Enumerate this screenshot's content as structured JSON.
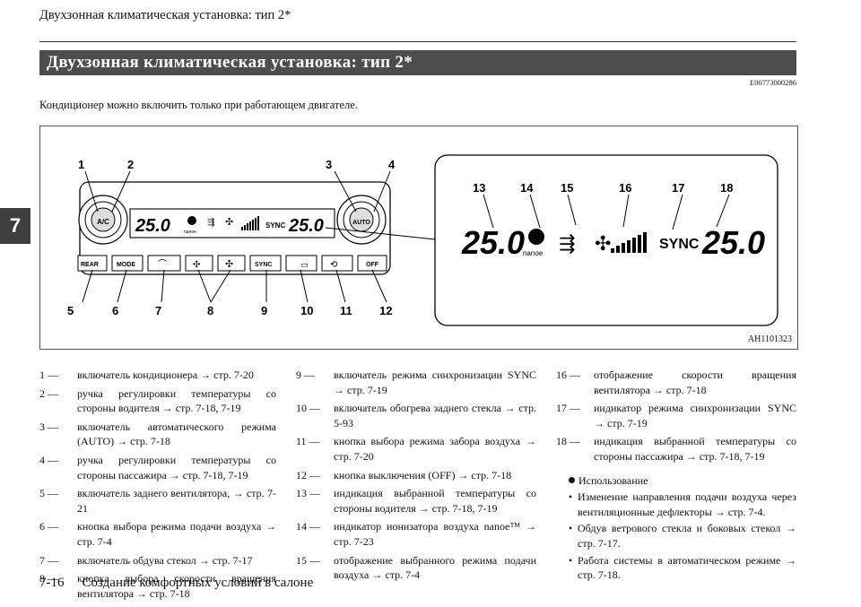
{
  "header": {
    "title": "Двухзонная климатическая установка: тип 2*"
  },
  "banner": {
    "title": "Двухзонная климатическая установка: тип 2*"
  },
  "doc_code": "E00773000286",
  "intro": "Кондиционер можно включить только при работающем двигателе.",
  "chapter_tab": "7",
  "figure": {
    "code": "AH1101323",
    "knob_left_label": "A/C",
    "knob_right_label": "AUTO",
    "display_temp": "25.0",
    "nanoe_label": "nanoe",
    "sync_label": "SYNC",
    "buttons": [
      "REAR",
      "MODE",
      "SYNC",
      "OFF"
    ],
    "callouts_top": [
      "1",
      "2",
      "3",
      "4"
    ],
    "callouts_bottom": [
      "5",
      "6",
      "7",
      "8",
      "9",
      "10",
      "11",
      "12"
    ],
    "callouts_inset": [
      "13",
      "14",
      "15",
      "16",
      "17",
      "18"
    ]
  },
  "columns": {
    "col1": [
      {
        "num": "1 —",
        "text": "включатель кондиционера → стр. 7-20"
      },
      {
        "num": "2 —",
        "text": "ручка регулировки температуры со стороны водителя → стр. 7-18, 7-19"
      },
      {
        "num": "3 —",
        "text": "включатель автоматического режима (AUTO) → стр. 7-18"
      },
      {
        "num": "4 —",
        "text": "ручка регулировки температуры со стороны пассажира → стр. 7-18, 7-19"
      },
      {
        "num": "5 —",
        "text": "включатель заднего вентилятора, → стр. 7-21"
      },
      {
        "num": "6 —",
        "text": "кнопка выбора режима подачи воздуха → стр. 7-4"
      },
      {
        "num": "7 —",
        "text": "включатель обдува стекол → стр. 7-17"
      },
      {
        "num": "8 —",
        "text": "кнопка выбора скорости вращения вентилятора → стр. 7-18"
      }
    ],
    "col2": [
      {
        "num": "9 —",
        "text": "включатель режима синхронизации SYNC → стр. 7-19"
      },
      {
        "num": "10 —",
        "text": "включатель обогрева заднего стекла → стр. 5-93"
      },
      {
        "num": "11 —",
        "text": "кнопка выбора режима забора воздуха → стр. 7-20"
      },
      {
        "num": "12 —",
        "text": "кнопка выключения (OFF) → стр. 7-18"
      },
      {
        "num": "13 —",
        "text": "индикация выбранной температуры со стороны водителя → стр. 7-18, 7-19"
      },
      {
        "num": "14 —",
        "text": "индикатор ионизатора воздуха nanoe™ → стр. 7-23"
      },
      {
        "num": "15 —",
        "text": "отображение выбранного режима подачи воздуха → стр. 7-4"
      }
    ],
    "col3": [
      {
        "num": "16 —",
        "text": "отображение скорости вращения вентилятора → стр. 7-18"
      },
      {
        "num": "17 —",
        "text": "индикатор режима синхронизации SYNC → стр. 7-19"
      },
      {
        "num": "18 —",
        "text": "индикация выбранной температуры со стороны пассажира → стр. 7-18, 7-19"
      }
    ]
  },
  "note": {
    "heading": "Использование",
    "bullets": [
      "Изменение направления подачи воздуха через вентиляционные дефлекторы → стр. 7-4.",
      "Обдув ветрового стекла и боковых стекол → стр. 7-17.",
      "Работа системы в автоматическом режиме → стр. 7-18."
    ]
  },
  "footer": {
    "page": "7-16",
    "section": "Создание комфортных условий в салоне"
  }
}
